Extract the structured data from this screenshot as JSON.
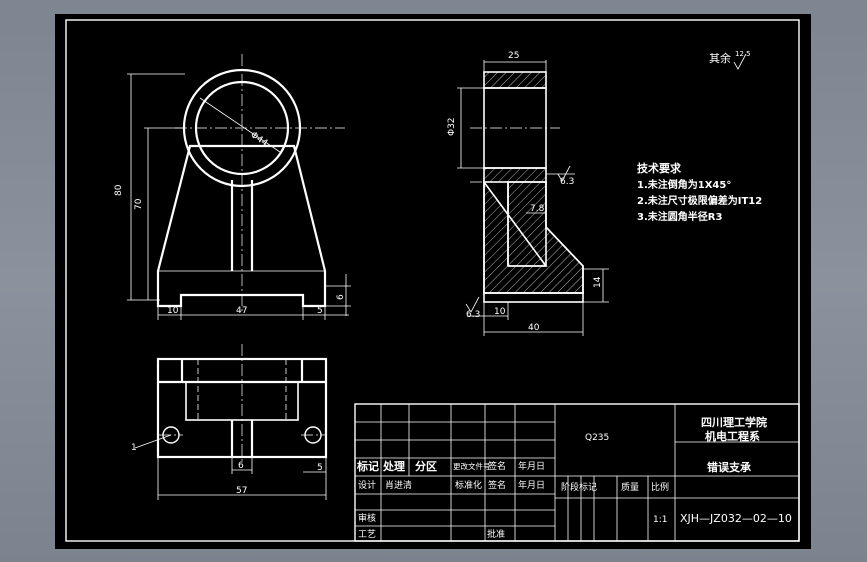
{
  "dimensions": {
    "front_dia": "Φ44",
    "front_h_total": "80",
    "front_h_center": "70",
    "front_w_base": "47",
    "front_w_left": "10",
    "front_w_right": "5",
    "front_h_base": "6",
    "side_w_top": "25",
    "side_dia": "Φ32",
    "side_rib": "7.8",
    "side_h_base": "14",
    "side_w_base": "40",
    "side_w_foot": "10",
    "top_w": "57",
    "top_w_slot": "6",
    "top_w_right": "5",
    "top_label_left": "1"
  },
  "roughness": {
    "main": "6.3",
    "other": "6.3",
    "rest_label": "其余",
    "rest_value": "12.5"
  },
  "tech_notes": {
    "title": "技术要求",
    "items": [
      "1.未注倒角为1X45°",
      "2.未注尺寸极限偏差为IT12",
      "3.未注圆角半径R3"
    ]
  },
  "title_block": {
    "material": "Q235",
    "school_1": "四川理工学院",
    "school_2": "机电工程系",
    "part_name": "错误支承",
    "drawing_no": "XJH—JZ032—02—10",
    "scale": "1:1",
    "stage_label": "阶段标记",
    "mass_label": "质量",
    "scale_label": "比例",
    "mark_label": "标记",
    "process_label": "处理",
    "zone_label": "分区",
    "change_doc_label": "更改文件号",
    "sign_label": "签名",
    "date_label": "年月日",
    "design_label": "设计",
    "designer": "肖进清",
    "standard_label": "标准化",
    "sign_label_2": "签名",
    "date_label_2": "年月日",
    "check_label": "审核",
    "tech_label": "工艺",
    "approve_label": "批准"
  }
}
